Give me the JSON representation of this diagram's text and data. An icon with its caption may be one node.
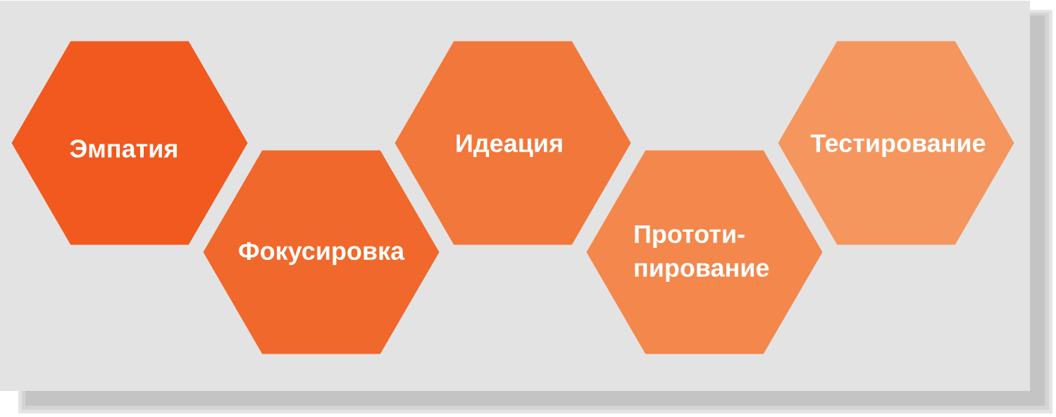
{
  "diagram": {
    "nodes": [
      {
        "text": [
          "Эмпатия"
        ]
      },
      {
        "text": [
          "Фокусировка"
        ]
      },
      {
        "text": [
          "Идеация"
        ]
      },
      {
        "text": [
          "Прототи- пирование"
        ]
      },
      {
        "text": [
          "Тестирование"
        ]
      }
    ]
  }
}
